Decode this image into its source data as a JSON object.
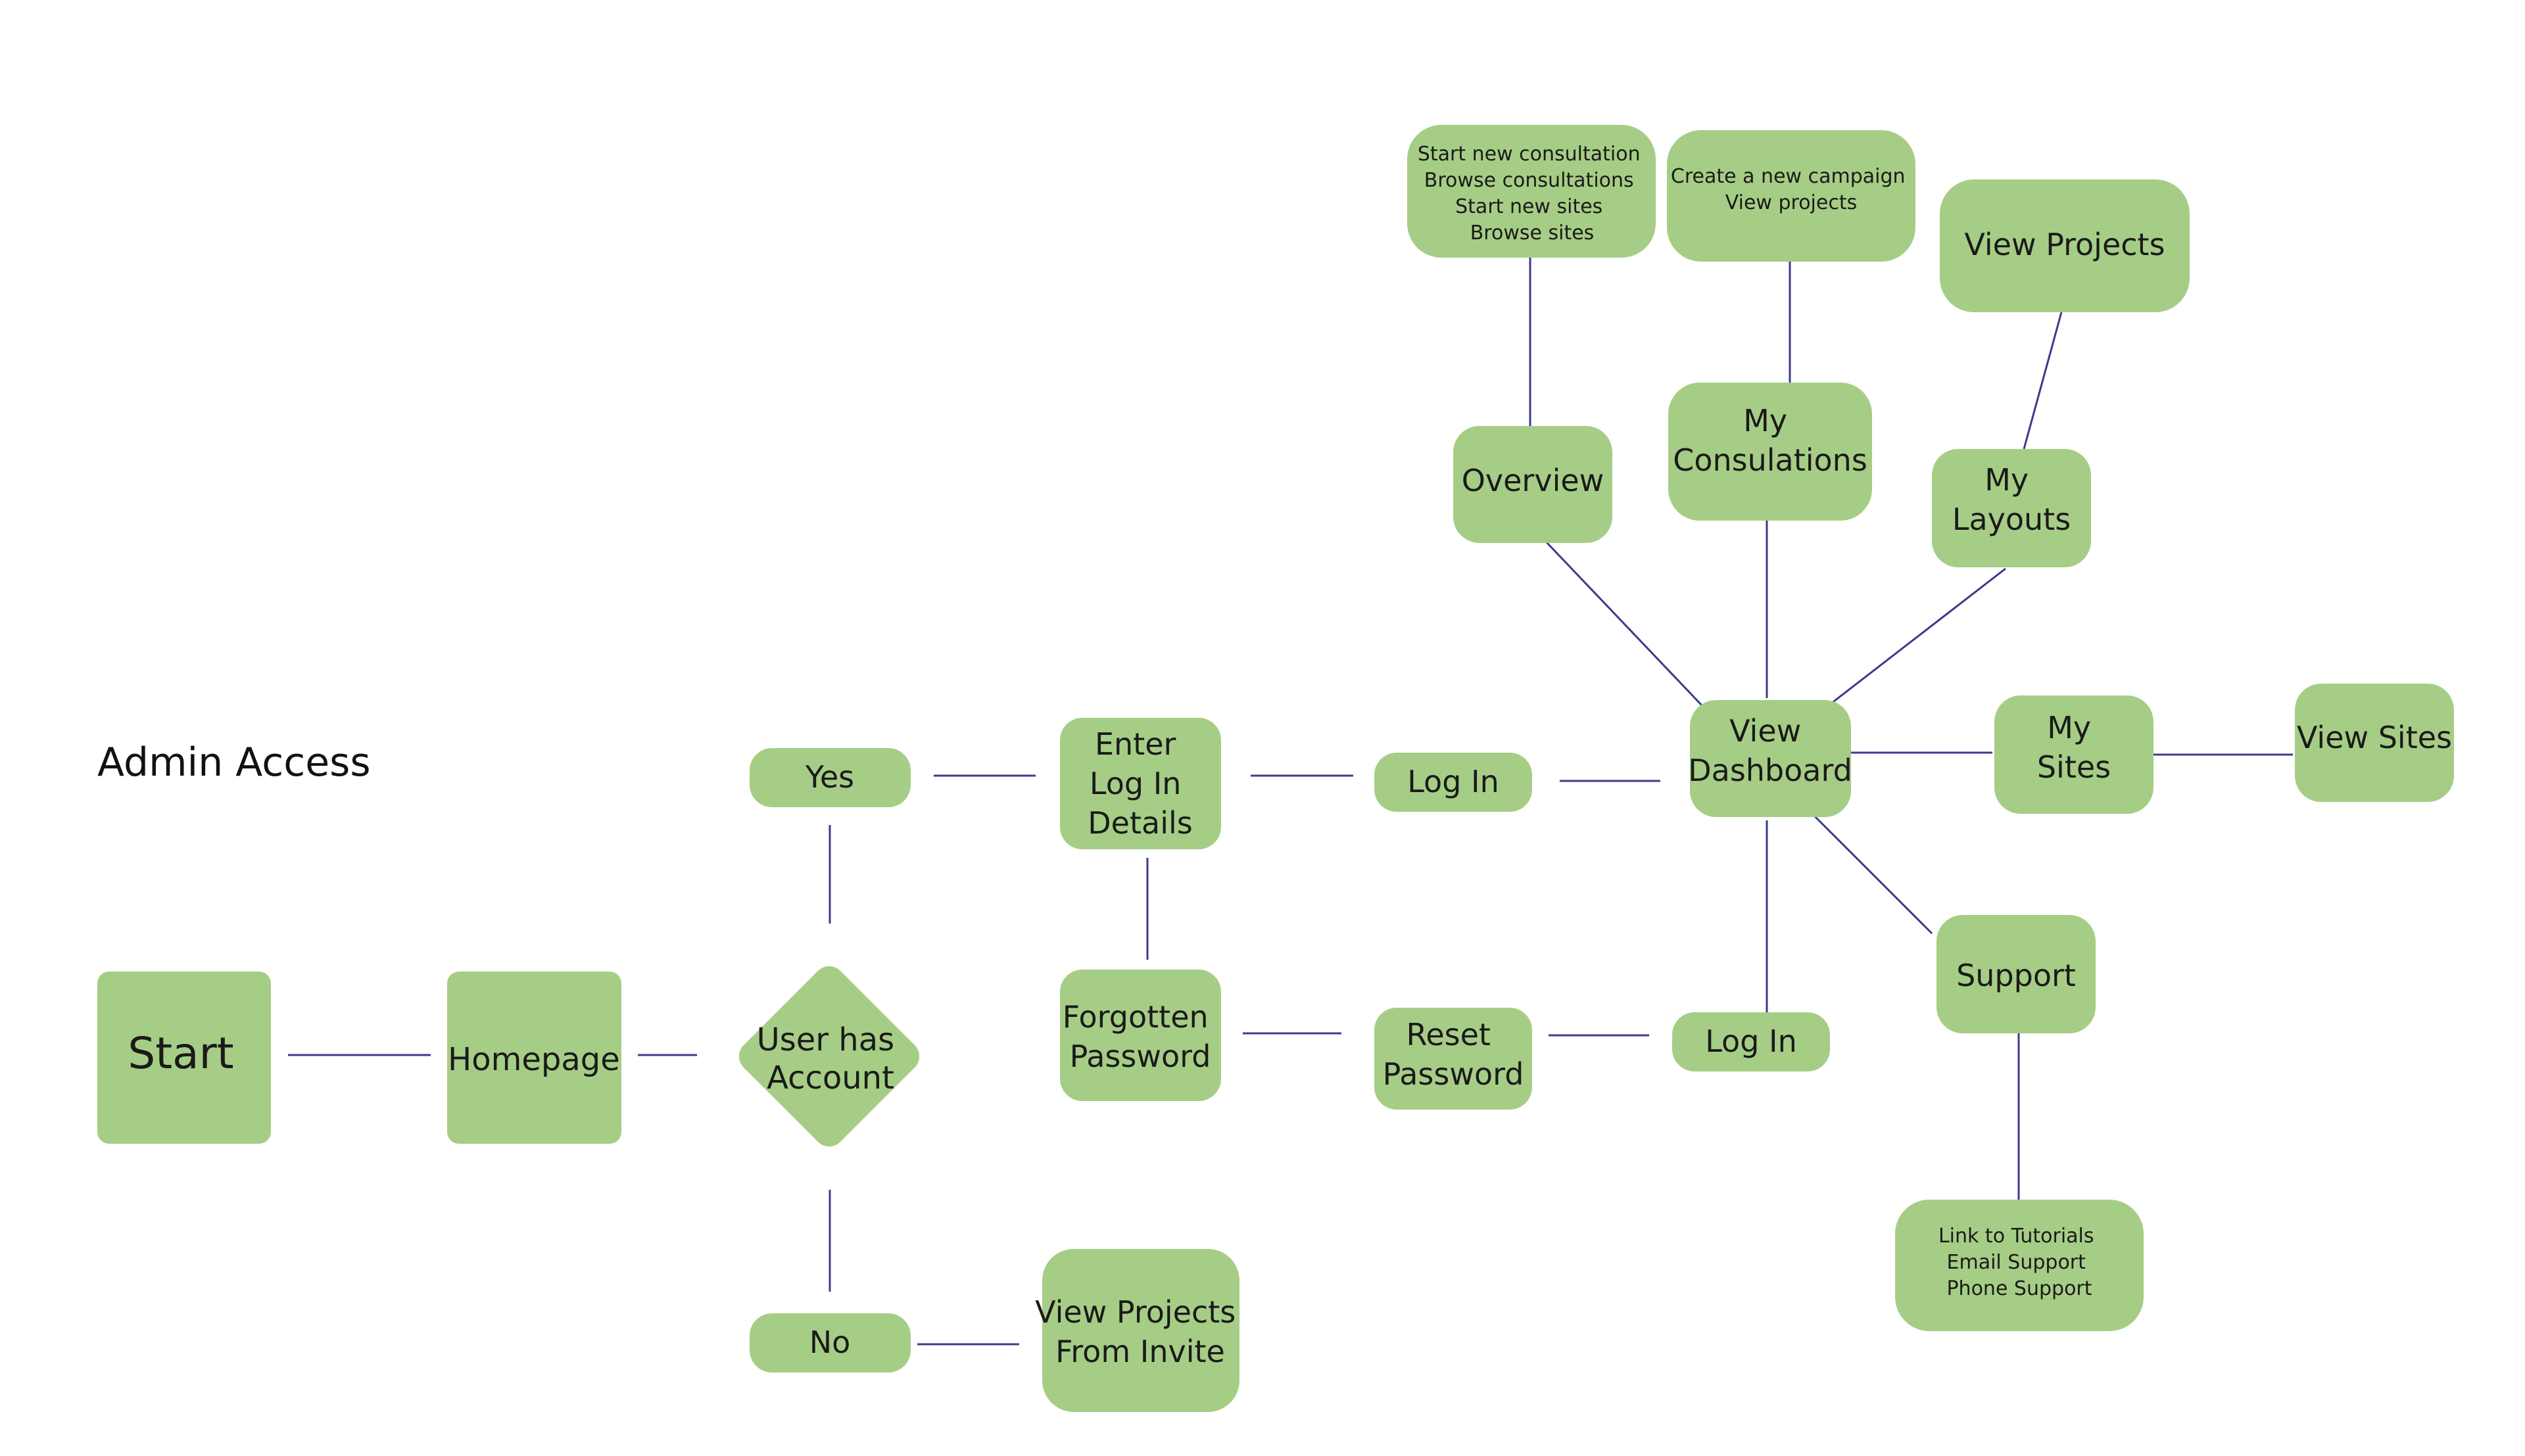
{
  "title": "Admin Access",
  "colors": {
    "node_fill": "#a6cd85",
    "connector": "#3d3a8f",
    "text": "#1a1a1a"
  },
  "nodes": {
    "start": [
      "Start"
    ],
    "homepage": [
      "Homepage"
    ],
    "user_has_account": [
      "User has",
      "Account"
    ],
    "yes": [
      "Yes"
    ],
    "no": [
      "No"
    ],
    "enter_login_details": [
      "Enter",
      "Log In",
      "Details"
    ],
    "forgotten_password": [
      "Forgotten",
      "Password"
    ],
    "view_projects_from_invite": [
      "View Projects",
      "From Invite"
    ],
    "log_in_top": [
      "Log In"
    ],
    "reset_password": [
      "Reset",
      "Password"
    ],
    "log_in_bottom": [
      "Log In"
    ],
    "view_dashboard": [
      "View",
      "Dashboard"
    ],
    "overview": [
      "Overview"
    ],
    "my_consultations": [
      "My",
      "Consulations"
    ],
    "my_layouts": [
      "My",
      "Layouts"
    ],
    "my_sites": [
      "My",
      "Sites"
    ],
    "view_sites": [
      "View Sites"
    ],
    "support": [
      "Support"
    ],
    "view_projects": [
      "View Projects"
    ],
    "overview_options": [
      "Start new consultation",
      "Browse consultations",
      "Start new sites",
      "Browse sites"
    ],
    "consultation_options": [
      "Create a new campaign",
      "View projects"
    ],
    "support_options": [
      "Link to Tutorials",
      "Email Support",
      "Phone Support"
    ]
  }
}
